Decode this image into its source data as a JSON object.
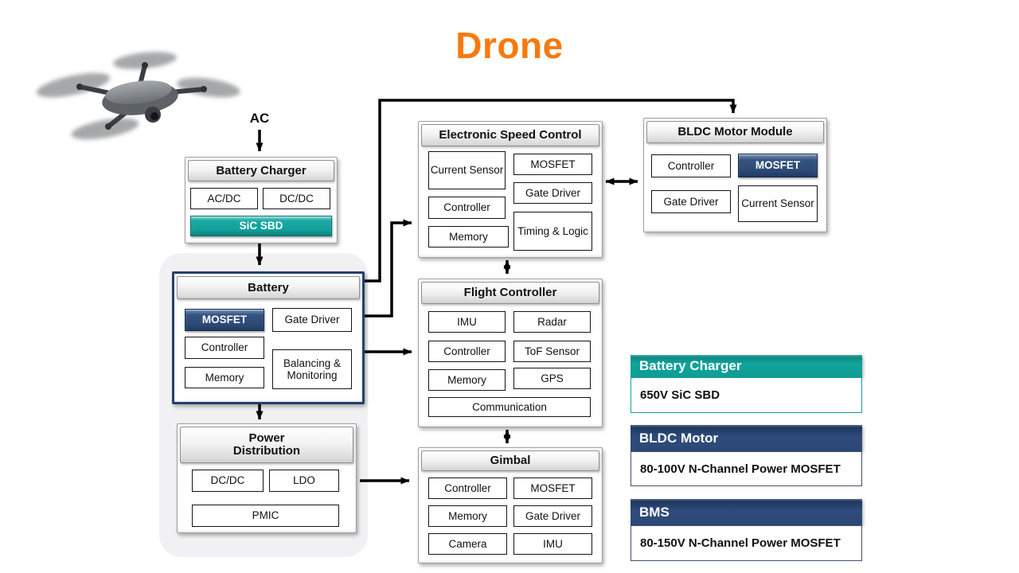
{
  "title": "Drone",
  "ac_source_label": "AC",
  "colors": {
    "title_orange": "#F8790D",
    "navy_highlight": "#2E4B7C",
    "teal_highlight": "#139E9A",
    "block_header_gray": "#DADADA"
  },
  "icons": {
    "drone_photo": "quadcopter-drone-photo"
  },
  "blocks": {
    "battery_charger": {
      "title": "Battery Charger",
      "cells": [
        "AC/DC",
        "DC/DC"
      ],
      "highlight_cell": "SiC SBD"
    },
    "battery": {
      "title": "Battery",
      "highlight_cell": "MOSFET",
      "left": [
        "Controller",
        "Memory"
      ],
      "right": [
        "Gate Driver",
        "Balancing & Monitoring"
      ]
    },
    "power_distribution": {
      "title": "Power Distribution",
      "cells": [
        "DC/DC",
        "LDO",
        "PMIC"
      ]
    },
    "esc": {
      "title": "Electronic Speed Control",
      "left": [
        "Current Sensor",
        "Controller",
        "Memory"
      ],
      "right": [
        "MOSFET",
        "Gate Driver",
        "Timing & Logic"
      ]
    },
    "flight_controller": {
      "title": "Flight Controller",
      "left": [
        "IMU",
        "Controller",
        "Memory"
      ],
      "right": [
        "Radar",
        "ToF Sensor",
        "GPS"
      ],
      "bottom": "Communication"
    },
    "gimbal": {
      "title": "Gimbal",
      "left": [
        "Controller",
        "Memory",
        "Camera"
      ],
      "right": [
        "MOSFET",
        "Gate Driver",
        "IMU"
      ]
    },
    "bldc_motor_module": {
      "title": "BLDC Motor Module",
      "highlight_cell": "MOSFET",
      "left": [
        "Controller",
        "Gate Driver"
      ],
      "right": [
        "Current Sensor"
      ]
    }
  },
  "legend": [
    {
      "title": "Battery Charger",
      "detail": "650V SiC SBD",
      "header_color": "#0F9D95"
    },
    {
      "title": "BLDC Motor",
      "detail": "80-100V N-Channel Power MOSFET",
      "header_color": "#2E4B7C"
    },
    {
      "title": "BMS",
      "detail": "80-150V N-Channel Power MOSFET",
      "header_color": "#2E4B7C"
    }
  ]
}
